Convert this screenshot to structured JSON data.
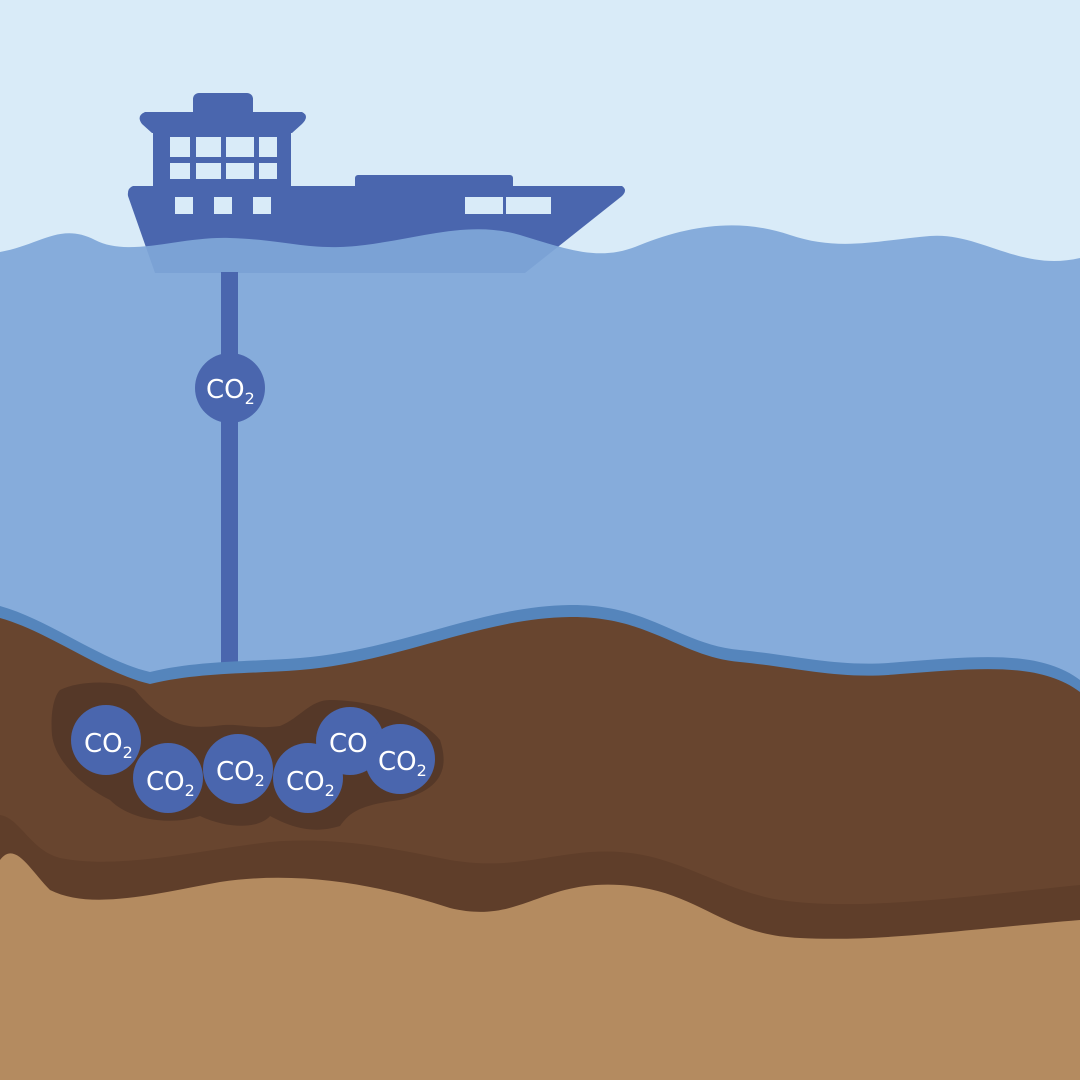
{
  "colors": {
    "sky": "#d9ebf8",
    "sea": "#7fa7d8",
    "ship": "#4a66ae",
    "seabed_line": "#5585bc",
    "soil": "#68452f",
    "storage_pocket": "#553828",
    "dark_layer": "#5f3e2a",
    "sand": "#b48b60"
  },
  "pipe_label": {
    "main": "CO",
    "sub": "2"
  },
  "stored_bubbles": [
    {
      "main": "CO",
      "sub": "2"
    },
    {
      "main": "CO",
      "sub": "2"
    },
    {
      "main": "CO",
      "sub": "2"
    },
    {
      "main": "CO",
      "sub": "2"
    },
    {
      "main": "CO",
      "sub": ""
    },
    {
      "main": "CO",
      "sub": "2"
    }
  ]
}
